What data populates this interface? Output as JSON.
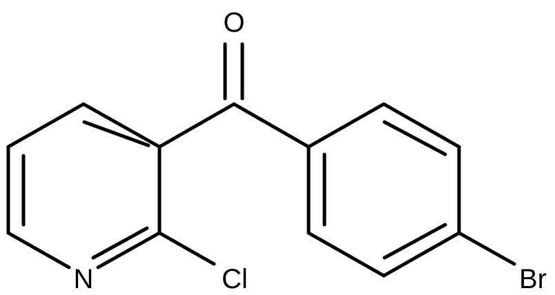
{
  "molecule": {
    "atoms": {
      "oxygen": "O",
      "nitrogen": "N",
      "chlorine": "Cl",
      "bromine": "Br"
    },
    "colors": {
      "bond": "#000000",
      "label": "#000000",
      "background": "#ffffff"
    }
  }
}
